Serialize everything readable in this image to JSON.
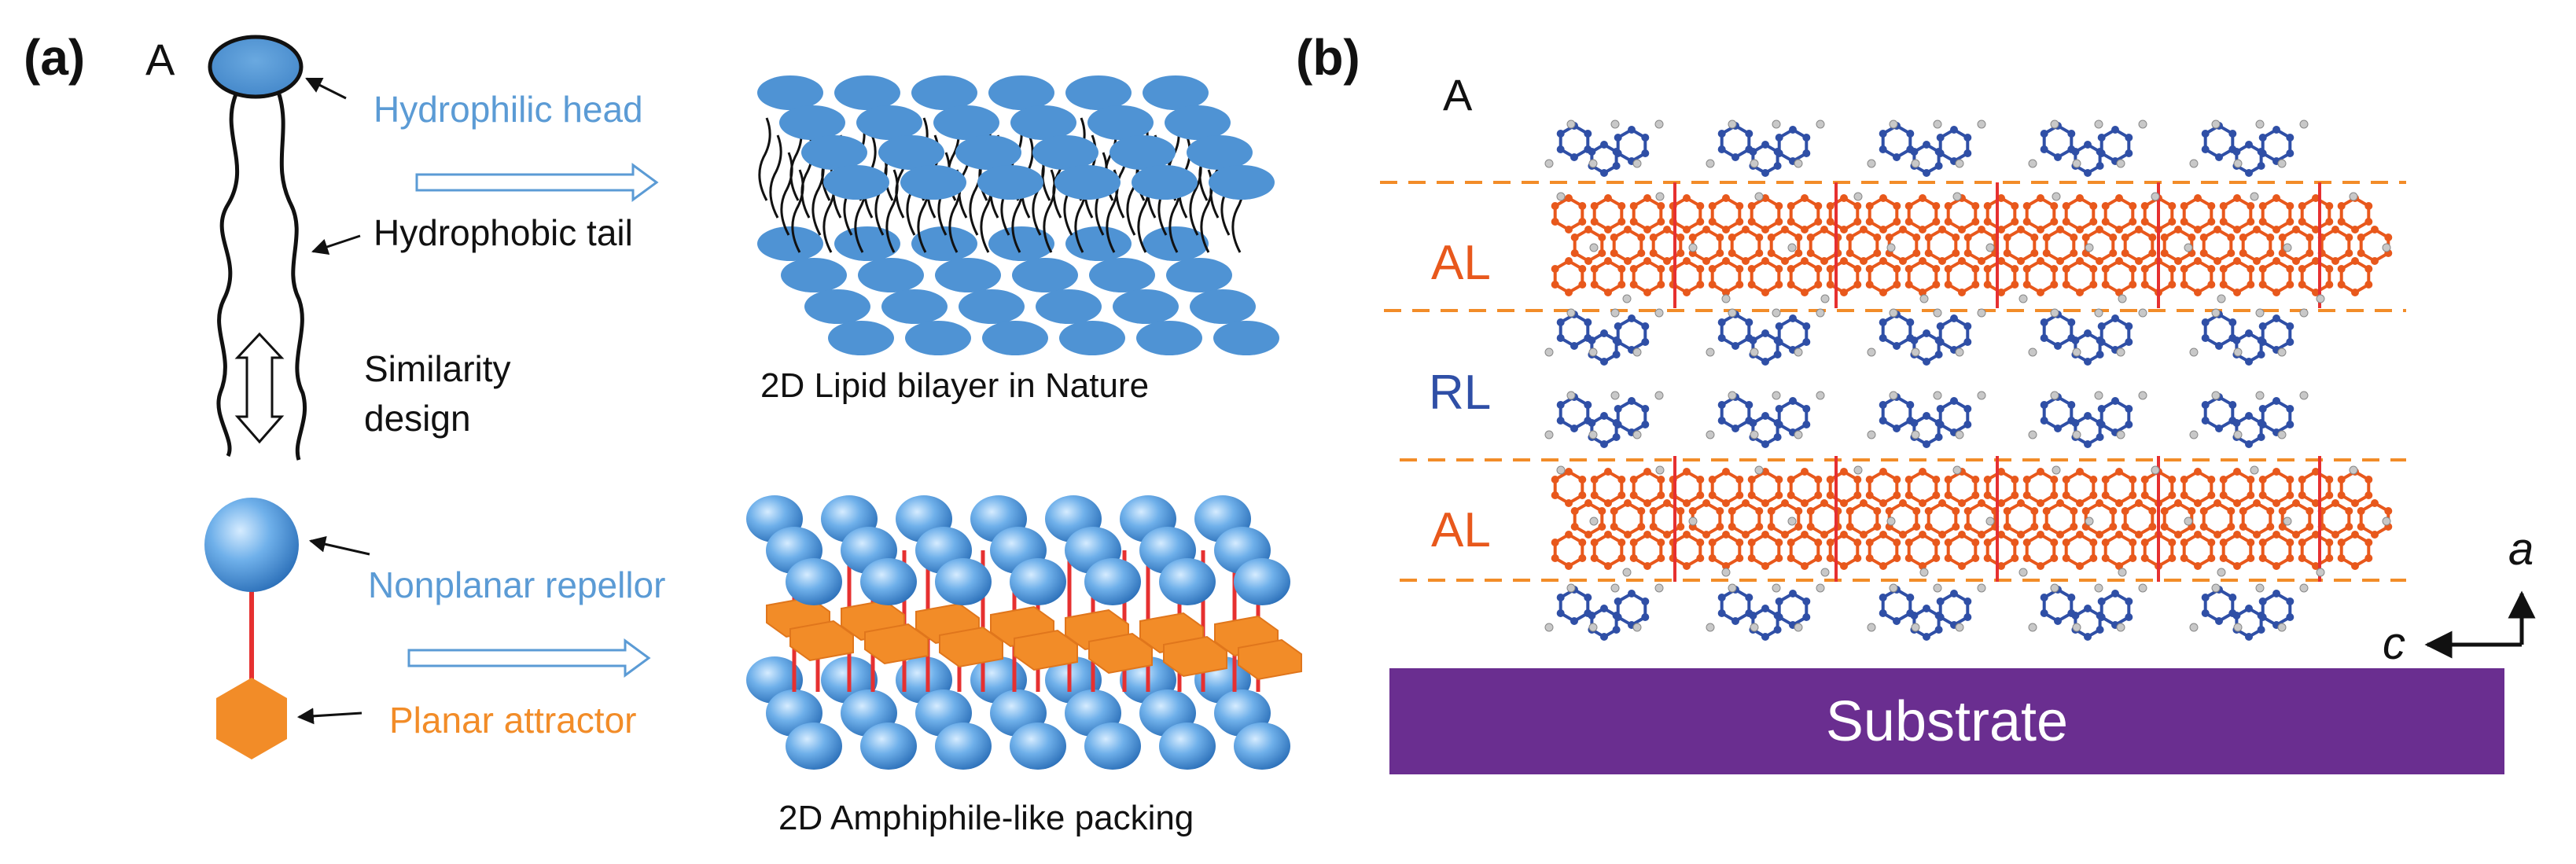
{
  "panel_a": {
    "panel_label": "(a)",
    "corner_label": "A",
    "labels": {
      "hydrophilic_head": "Hydrophilic head",
      "hydrophobic_tail": "Hydrophobic tail",
      "similarity_line1": "Similarity",
      "similarity_line2": "design",
      "bilayer_caption": "2D Lipid bilayer in Nature",
      "nonplanar_repellor": "Nonplanar repellor",
      "planar_attractor": "Planar attractor",
      "packing_caption": "2D Amphiphile-like packing"
    }
  },
  "panel_b": {
    "panel_label": "(b)",
    "corner_label": "A",
    "layer_labels": [
      "AL",
      "RL",
      "AL"
    ],
    "substrate_label": "Substrate",
    "axis_vertical": "a",
    "axis_horizontal": "c"
  },
  "colors": {
    "head_blue": "#4f93d4",
    "text_blue": "#5b9bd5",
    "attractor_orange": "#f28c28",
    "al_orange": "#e8581c",
    "rl_blue": "#2f4fa6",
    "link_red": "#e63030",
    "substrate_purple": "#6a2e90"
  }
}
